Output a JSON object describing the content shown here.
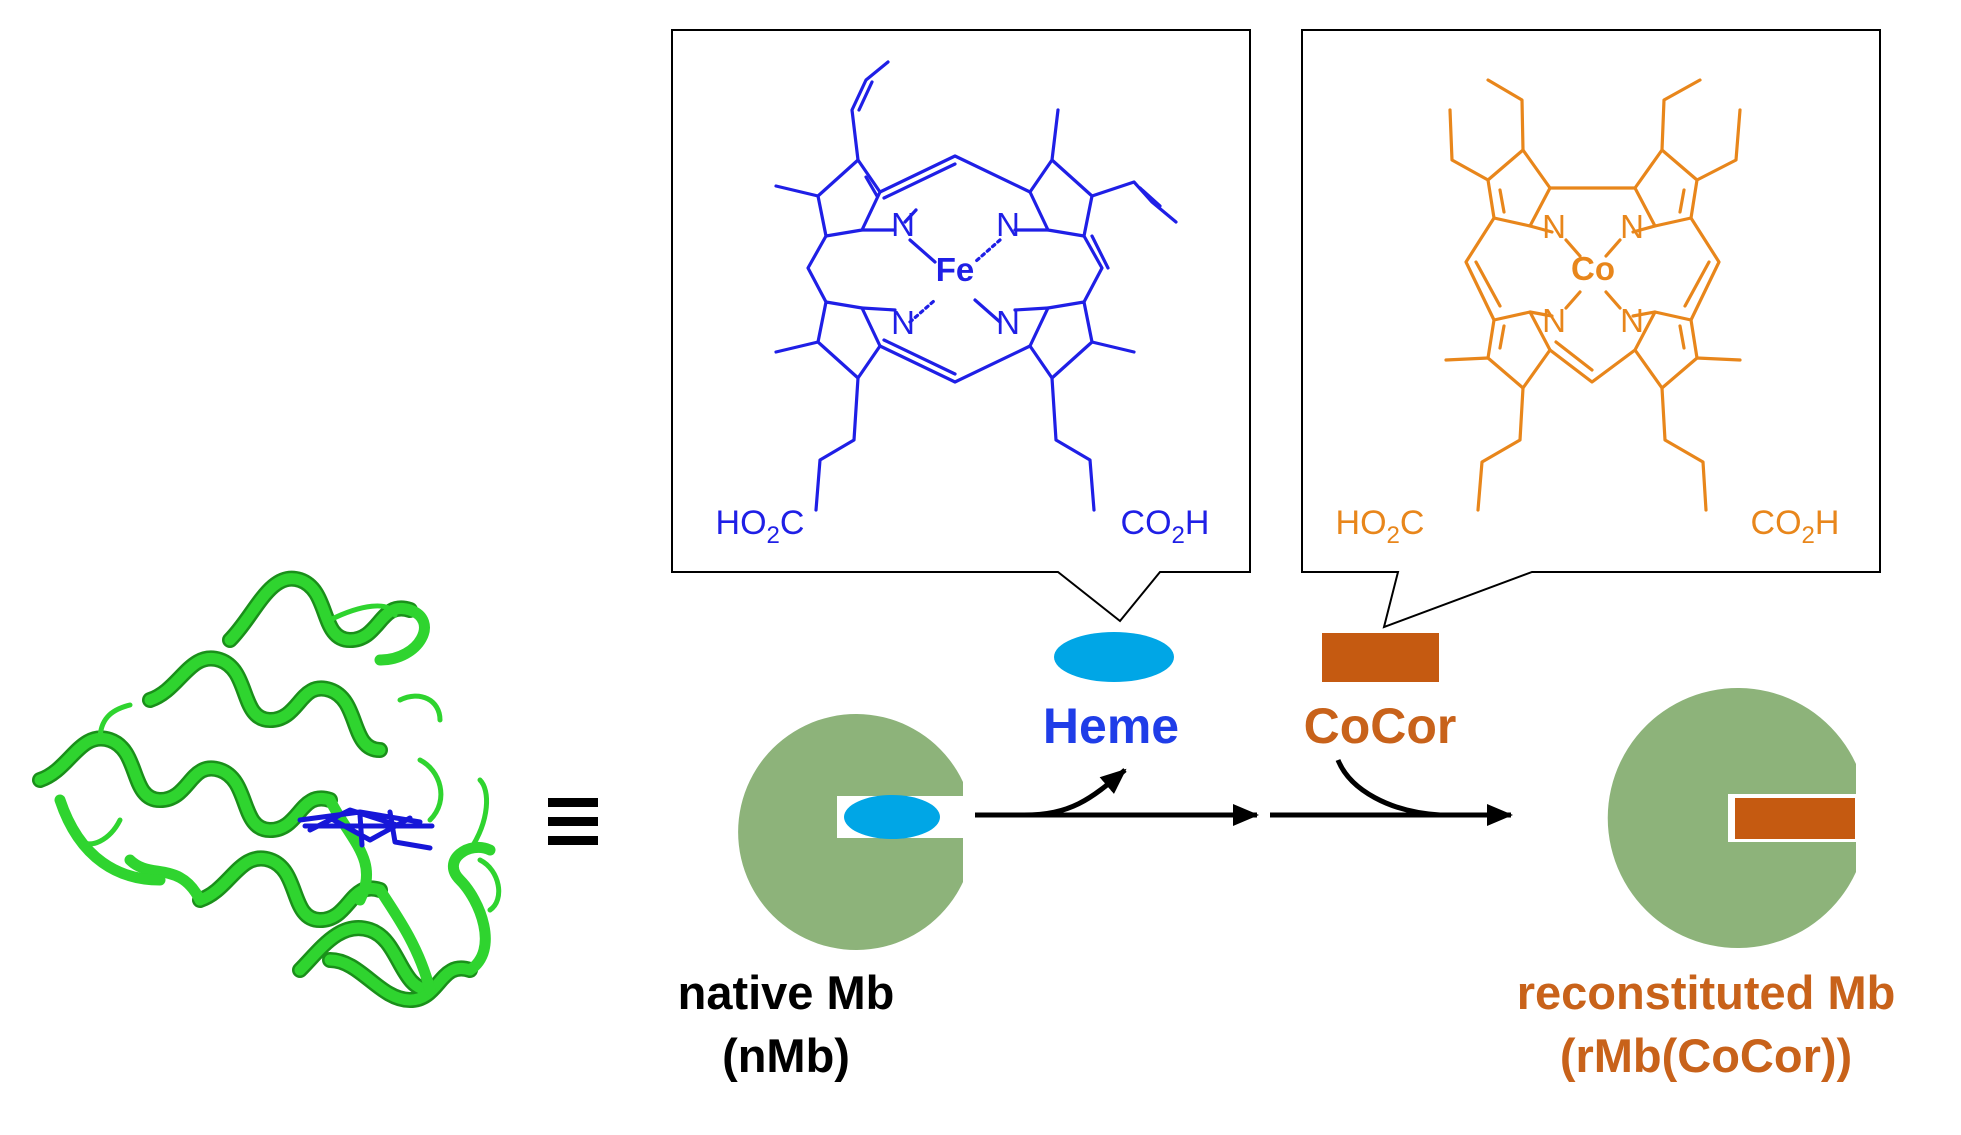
{
  "equivalence_symbol": "≡",
  "heme_structure": {
    "metal": "Fe",
    "nitrogen": "N",
    "left_acid": "HO2C",
    "right_acid": "CO2H"
  },
  "cocor_structure": {
    "metal": "Co",
    "nitrogen": "N",
    "left_acid": "HO2C",
    "right_acid": "CO2H"
  },
  "labels": {
    "heme": "Heme",
    "cocor": "CoCor",
    "native_line1": "native Mb",
    "native_line2": "(nMb)",
    "recon_line1": "reconstituted Mb",
    "recon_line2": "(rMb(CoCor))"
  },
  "colors": {
    "heme_blue": "#1f1fe6",
    "cocor_orange": "#e8861b",
    "cocor_block": "#c55a11",
    "heme_cyan": "#00a6e6",
    "protein_green": "#8db37a",
    "ribbon_green": "#2fd42f",
    "label_blue": "#1f3de8",
    "label_orange": "#c8621a"
  }
}
